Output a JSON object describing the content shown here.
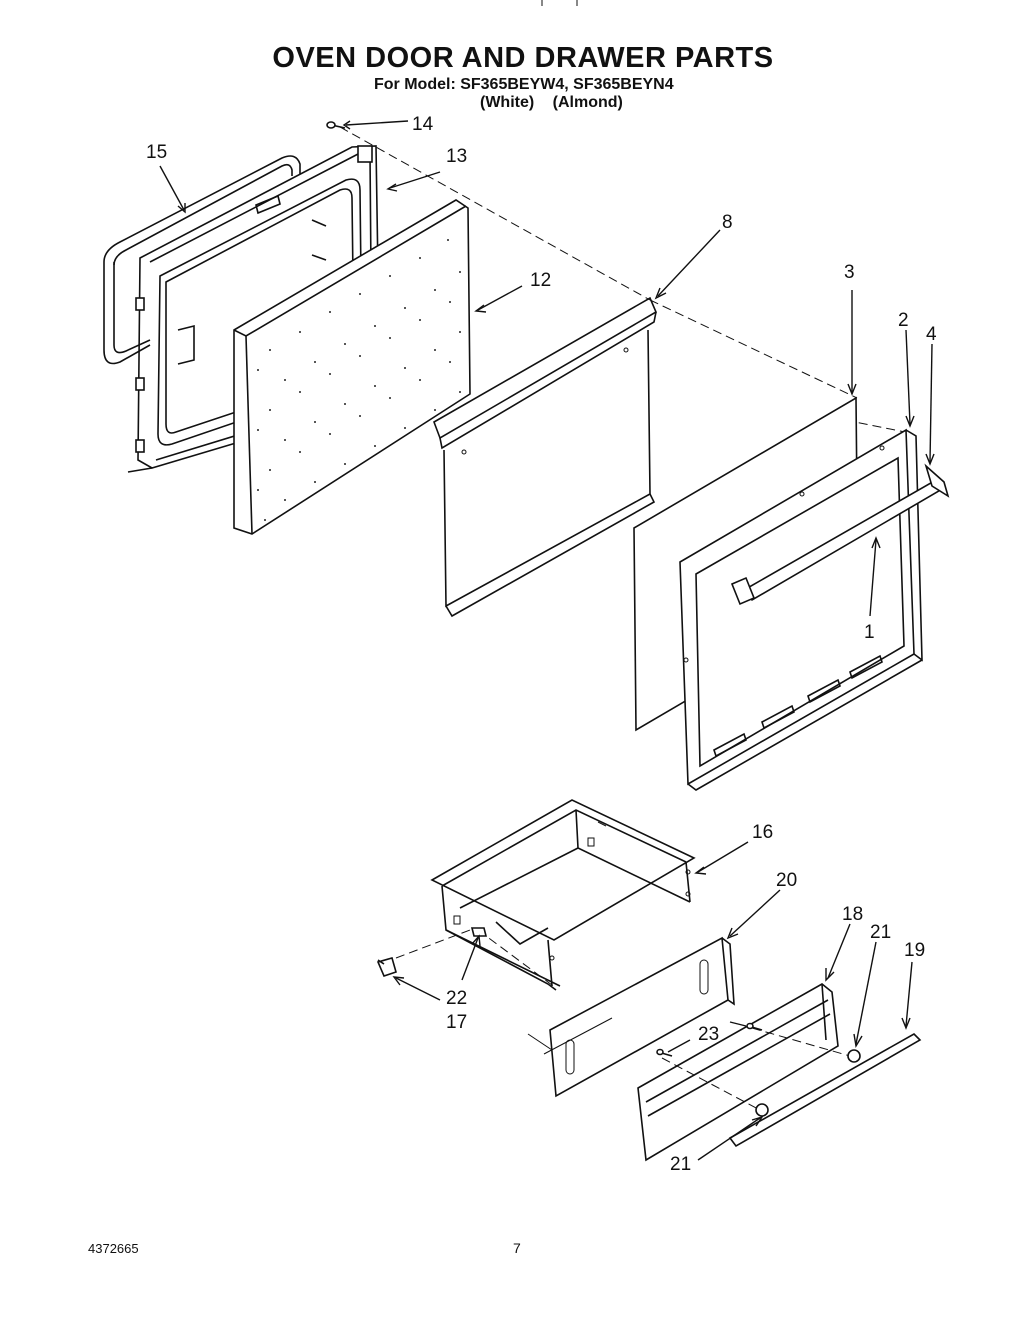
{
  "header": {
    "title": "OVEN DOOR AND DRAWER PARTS",
    "model_line": "For Model: SF365BEYW4, SF365BEYN4",
    "variants": "(White)   (Almond)"
  },
  "callouts": {
    "c1": "1",
    "c2": "2",
    "c3": "3",
    "c4": "4",
    "c8": "8",
    "c12": "12",
    "c13": "13",
    "c14": "14",
    "c15": "15",
    "c16": "16",
    "c17": "17",
    "c18": "18",
    "c19": "19",
    "c20": "20",
    "c21a": "21",
    "c21b": "21",
    "c22": "22",
    "c23": "23"
  },
  "footer": {
    "document_number": "4372665",
    "page_number": "7"
  }
}
